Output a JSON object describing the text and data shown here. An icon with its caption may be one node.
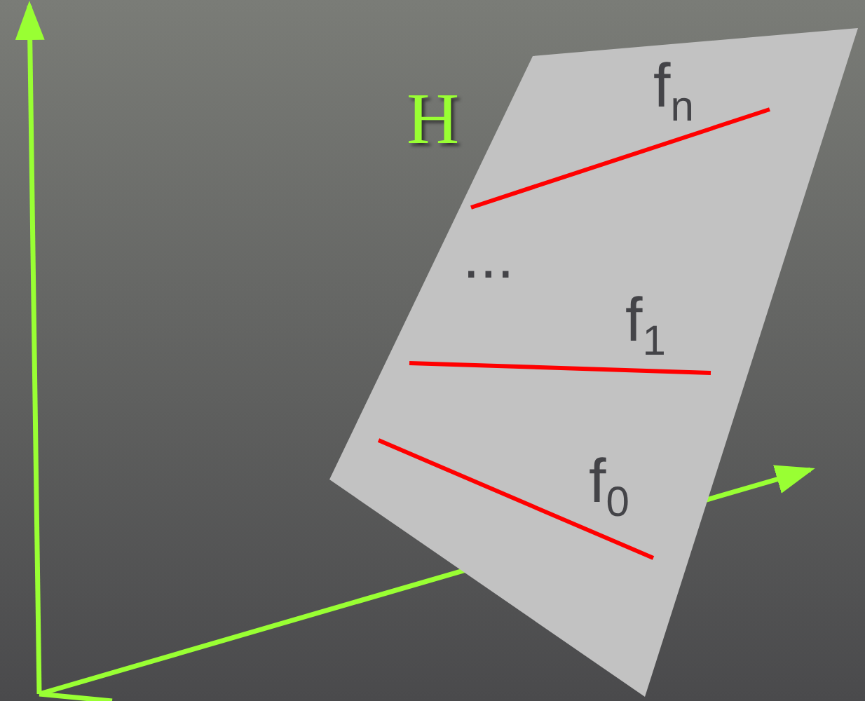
{
  "diagram": {
    "labels": [
      "H",
      "f$_{n}$",
      "...",
      "f$_{1}$",
      "f$_{0}$"
    ]
  }
}
